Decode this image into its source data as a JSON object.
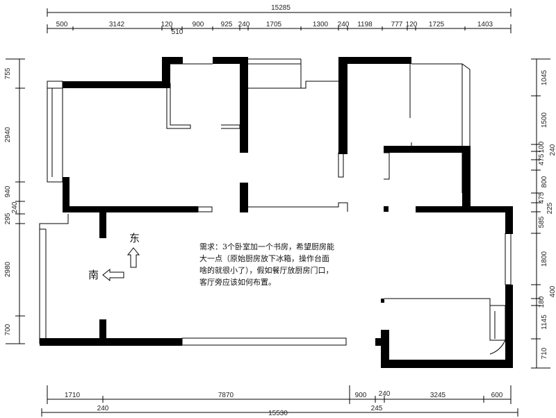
{
  "dimensions": {
    "top_total": "15285",
    "top_segments": [
      "500",
      "3142",
      "120",
      "510",
      "900",
      "925",
      "240",
      "1705",
      "1300",
      "240",
      "1198",
      "777",
      "120",
      "1725",
      "1403"
    ],
    "bottom_segments": [
      "1710",
      "240",
      "7870",
      "900",
      "240",
      "245",
      "3245",
      "600"
    ],
    "bottom_total": "15530",
    "left_segments": [
      "755",
      "2940",
      "940",
      "240",
      "295",
      "2980",
      "700"
    ],
    "right_segments": [
      "1045",
      "1500",
      "100",
      "240",
      "475",
      "800",
      "475",
      "225",
      "585",
      "1800",
      "400",
      "180",
      "1145",
      "710"
    ]
  },
  "compass": {
    "east": "东",
    "south": "南"
  },
  "note": {
    "lines": [
      "需求：3个卧室加一个书房，希望厨房能",
      "大一点（原始厨房放下冰箱，操作台面",
      "啥的就很小了），假如餐厅放厨房门口，",
      "客厅旁应该如何布置。"
    ]
  },
  "colors": {
    "wall": "#000000",
    "line": "#000000",
    "background": "#ffffff"
  }
}
